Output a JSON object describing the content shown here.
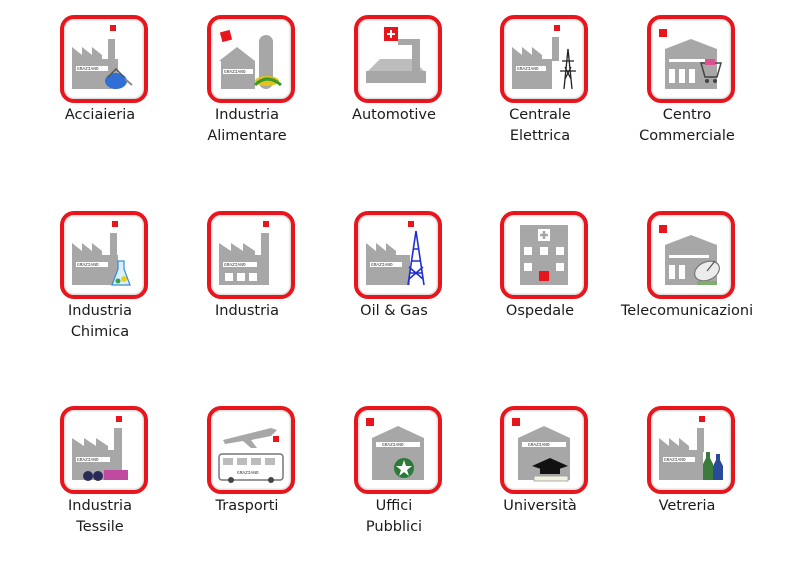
{
  "colors": {
    "tile_border": "#e8161c",
    "building": "#a7a7a7",
    "text": "#1a1a1a"
  },
  "brand_text": "GRAZIANO",
  "items": [
    {
      "id": "acciaieria",
      "line1": "Acciaieria",
      "line2": "",
      "icon": "steel-ladle-icon"
    },
    {
      "id": "alimentare",
      "line1": "Industria",
      "line2": "Alimentare",
      "icon": "barn-corn-icon"
    },
    {
      "id": "automotive",
      "line1": "Automotive",
      "line2": "",
      "icon": "car-press-icon"
    },
    {
      "id": "centrale",
      "line1": "Centrale",
      "line2": "Elettrica",
      "icon": "power-pylon-icon"
    },
    {
      "id": "commerciale",
      "line1": "Centro",
      "line2": "Commerciale",
      "icon": "shopping-cart-icon"
    },
    {
      "id": "chimica",
      "line1": "Industria",
      "line2": "Chimica",
      "icon": "chemistry-flask-icon"
    },
    {
      "id": "industria",
      "line1": "Industria",
      "line2": "",
      "icon": "factory-icon"
    },
    {
      "id": "oilgas",
      "line1": "Oil & Gas",
      "line2": "",
      "icon": "oil-derrick-icon"
    },
    {
      "id": "ospedale",
      "line1": "Ospedale",
      "line2": "",
      "icon": "hospital-icon"
    },
    {
      "id": "telecom",
      "line1": "Telecomunicazioni",
      "line2": "",
      "icon": "satellite-dish-icon"
    },
    {
      "id": "tessile",
      "line1": "Industria",
      "line2": "Tessile",
      "icon": "fabric-rolls-icon"
    },
    {
      "id": "trasporti",
      "line1": "Trasporti",
      "line2": "",
      "icon": "plane-bus-icon"
    },
    {
      "id": "uffici",
      "line1": "Uffici",
      "line2": "Pubblici",
      "icon": "government-emblem-icon"
    },
    {
      "id": "universita",
      "line1": "Università",
      "line2": "",
      "icon": "graduation-cap-icon"
    },
    {
      "id": "vetreria",
      "line1": "Vetreria",
      "line2": "",
      "icon": "glass-bottles-icon"
    }
  ]
}
